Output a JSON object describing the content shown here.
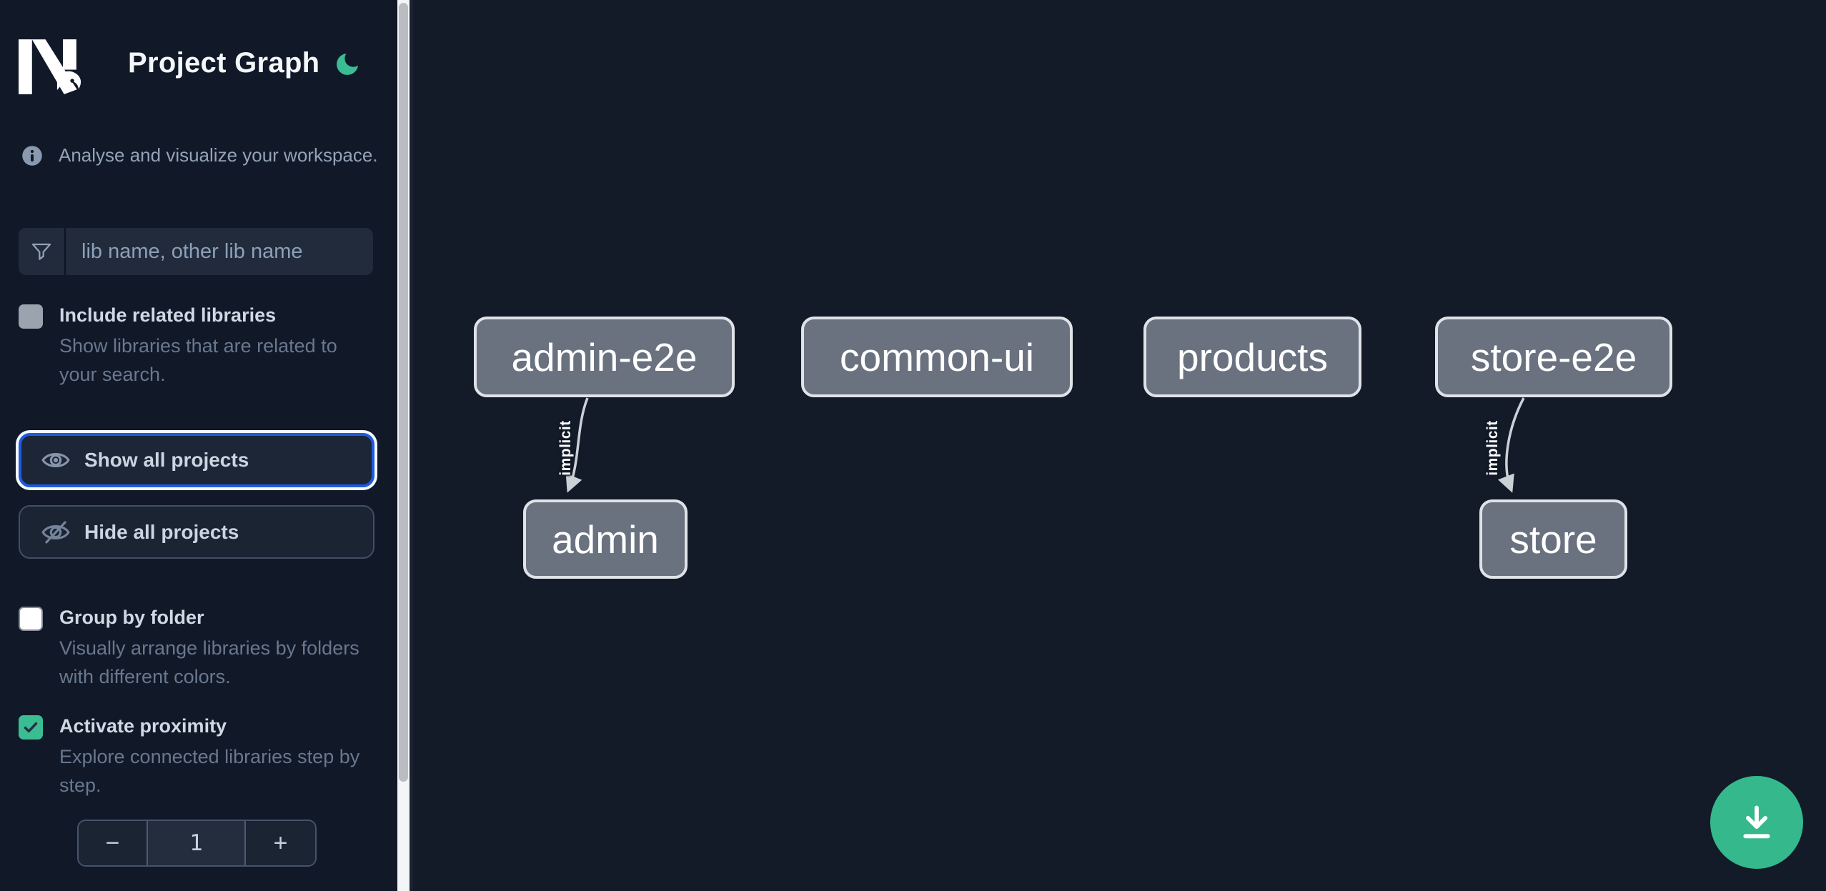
{
  "colors": {
    "accent_green": "#3bbd93",
    "fab_green": "#35b88c",
    "focus_blue": "#1e5be1",
    "node_fill": "#6a7280",
    "node_border": "#dfe3e7",
    "edge": "#ccd1d8",
    "sidebar_bg": "#111827",
    "canvas_bg": "#131a28"
  },
  "icons": {
    "logo": "nx-logo",
    "theme_toggle": "moon-icon",
    "info": "info-icon",
    "filter": "funnel-icon",
    "show_all": "eye-icon",
    "hide_all": "eye-off-icon",
    "checked": "check-icon",
    "download": "download-icon"
  },
  "header": {
    "title": "Project Graph"
  },
  "info": {
    "text": "Analyse and visualize your workspace."
  },
  "filter": {
    "placeholder": "lib name, other lib name",
    "value": ""
  },
  "options": {
    "include_related": {
      "label": "Include related libraries",
      "description": "Show libraries that are related to your search.",
      "checked": false
    },
    "group_by_folder": {
      "label": "Group by folder",
      "description": "Visually arrange libraries by folders with different colors.",
      "checked": false
    },
    "activate_proximity": {
      "label": "Activate proximity",
      "description": "Explore connected libraries step by step.",
      "checked": true
    }
  },
  "actions": {
    "show_all": {
      "label": "Show all projects"
    },
    "hide_all": {
      "label": "Hide all projects"
    }
  },
  "proximity_stepper": {
    "decrement": "−",
    "value": "1",
    "increment": "+"
  },
  "graph": {
    "nodes": [
      {
        "label": "admin-e2e"
      },
      {
        "label": "common-ui"
      },
      {
        "label": "products"
      },
      {
        "label": "store-e2e"
      },
      {
        "label": "admin"
      },
      {
        "label": "store"
      }
    ],
    "edges": [
      {
        "from": "admin-e2e",
        "to": "admin",
        "label": "implicit"
      },
      {
        "from": "store-e2e",
        "to": "store",
        "label": "implicit"
      }
    ]
  }
}
